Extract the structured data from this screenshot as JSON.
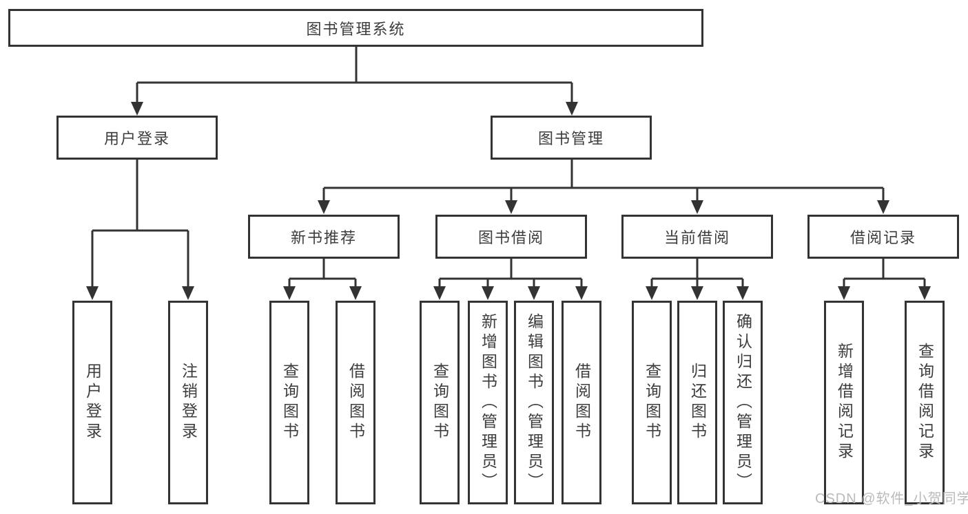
{
  "colors": {
    "line": "#333333",
    "box_border": "#333333",
    "box_background": "#ffffff",
    "text": "#3d3d3d",
    "watermark_text": "#bababa"
  },
  "tree": {
    "root": "图书管理系统",
    "level2": [
      "用户登录",
      "图书管理"
    ],
    "level3": [
      "新书推荐",
      "图书借阅",
      "当前借阅",
      "借阅记录"
    ],
    "leaves": [
      [
        "用户登录",
        "注销登录"
      ],
      [
        "查询图书",
        "借阅图书"
      ],
      [
        "查询图书",
        "新增图书（管理员）",
        "编辑图书（管理员）",
        "借阅图书"
      ],
      [
        "查询图书",
        "归还图书",
        "确认归还（管理员）"
      ],
      [
        "新增借阅记录",
        "查询借阅记录"
      ]
    ]
  },
  "watermark": "CSDN @软件_小贺同学"
}
